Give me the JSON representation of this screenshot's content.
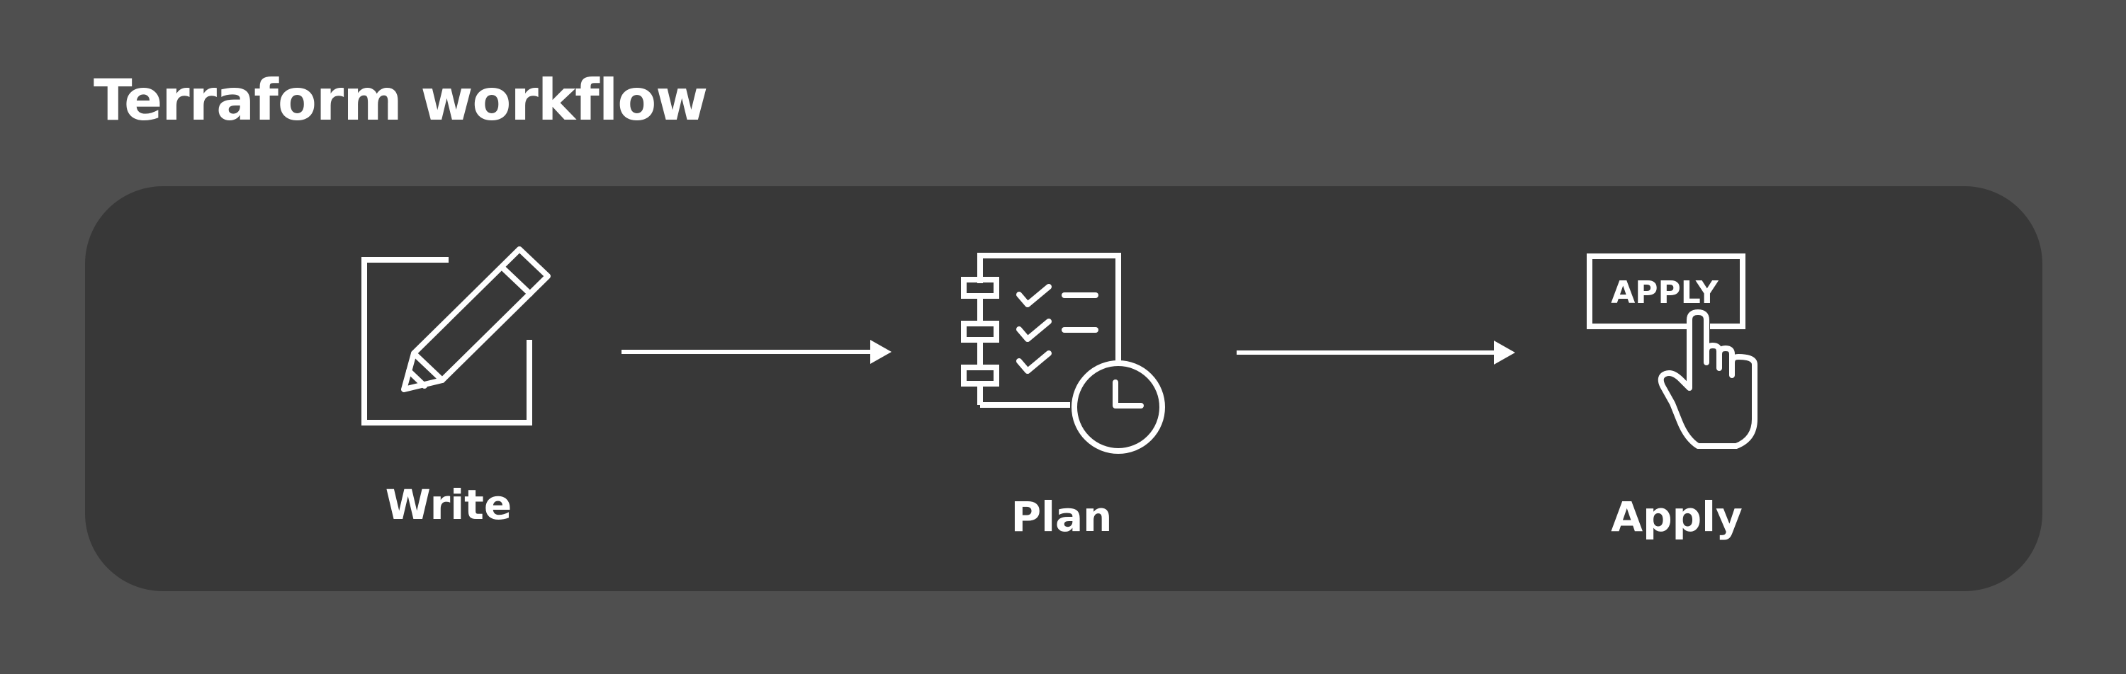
{
  "title": "Terraform workflow",
  "steps": [
    {
      "label": "Write",
      "icon": "pencil-edit-icon"
    },
    {
      "label": "Plan",
      "icon": "checklist-clock-icon"
    },
    {
      "label": "Apply",
      "icon": "apply-button-hand-icon",
      "button_text": "APPLY"
    }
  ],
  "colors": {
    "background": "#4f4f4f",
    "panel": "#383838",
    "foreground": "#ffffff"
  }
}
